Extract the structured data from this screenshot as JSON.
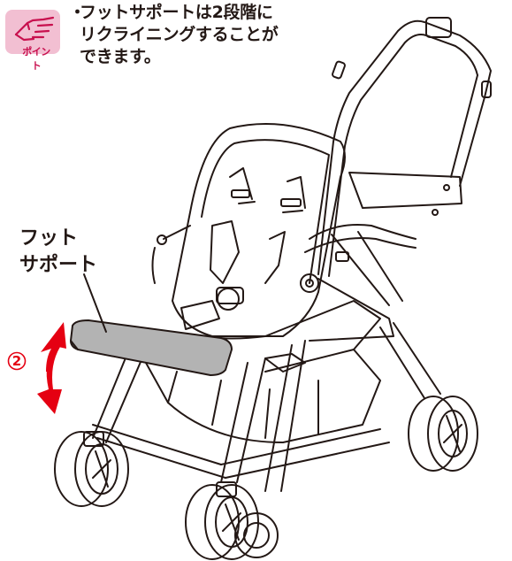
{
  "point_badge": {
    "label": "ポイント",
    "icon": "pointing-hand-icon",
    "color": "#c8104e",
    "bg": "#f2bfd2"
  },
  "tip": {
    "bullet": "・",
    "lines": [
      "フットサポートは2段階に",
      "リクライニングすることが",
      "できます。"
    ]
  },
  "callout": {
    "lines": [
      "フット",
      "サポート"
    ]
  },
  "step": {
    "number": "2",
    "color": "#e50012"
  },
  "highlight_color": "#b3b3b3",
  "arrow_color": "#e50012"
}
